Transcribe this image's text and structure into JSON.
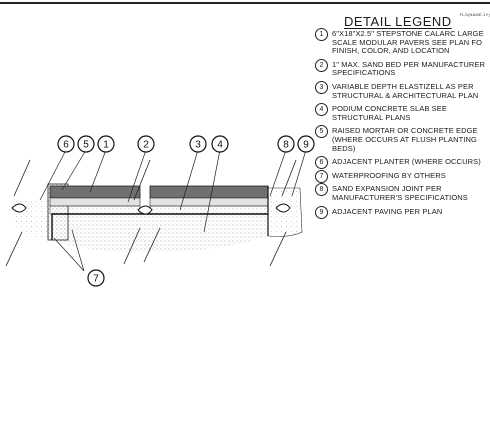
{
  "detail_tag": "FLO(NAME.1Y)",
  "legend": {
    "title": "DETAIL LEGEND",
    "items": [
      {
        "num": "1",
        "text": "6\"X18\"X2.5\" STEPSTONE CALARC LARGE\nSCALE MODULAR PAVERS SEE PLAN FO\nFINISH, COLOR, AND LOCATION"
      },
      {
        "num": "2",
        "text": "1\" MAX. SAND BED PER MANUFACTURER\nSPECIFICATIONS"
      },
      {
        "num": "3",
        "text": "VARIABLE DEPTH ELASTIZELL AS PER\nSTRUCTURAL & ARCHITECTURAL PLAN"
      },
      {
        "num": "4",
        "text": "PODIUM CONCRETE SLAB SEE\nSTRUCTURAL PLANS"
      },
      {
        "num": "5",
        "text": "RAISED MORTAR OR CONCRETE EDGE\n(WHERE OCCURS AT FLUSH PLANTING\nBEDS)"
      },
      {
        "num": "6",
        "text": "ADJACENT PLANTER (WHERE OCCURS)"
      },
      {
        "num": "7",
        "text": "WATERPROOFING BY OTHERS"
      },
      {
        "num": "8",
        "text": "SAND EXPANSION JOINT PER\nMANUFACTURER'S SPECIFICATIONS"
      },
      {
        "num": "9",
        "text": "ADJACENT PAVING PER PLAN"
      }
    ]
  },
  "callouts": [
    {
      "num": "6"
    },
    {
      "num": "5"
    },
    {
      "num": "1"
    },
    {
      "num": "2"
    },
    {
      "num": "3"
    },
    {
      "num": "4"
    },
    {
      "num": "8"
    },
    {
      "num": "9"
    },
    {
      "num": "7"
    }
  ],
  "colors": {
    "line": "#1a1a1a",
    "paver": "#7a7a7a",
    "sand": "#dcdcdc",
    "fill_light": "#eeeeee"
  }
}
